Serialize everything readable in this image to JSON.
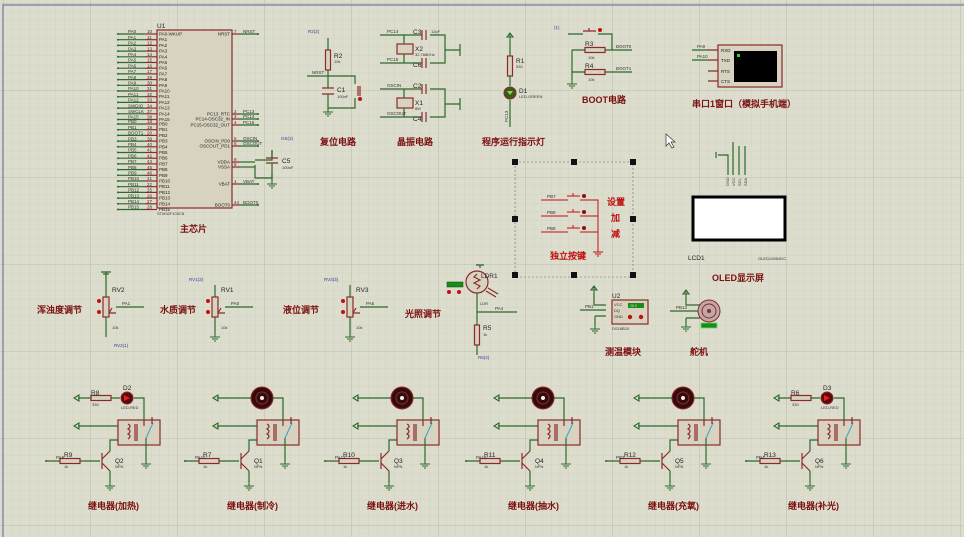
{
  "title": "Proteus schematic",
  "colors": {
    "background": "#ddddce",
    "grid_minor": "#cfcfbf",
    "grid_major": "#b8b8a8",
    "wire": "#2a6a2a",
    "component": "#8a2a2a",
    "label": "#9a1a1a",
    "frame": "#8888aa"
  },
  "mcu": {
    "ref": "U1",
    "part": "STM32F103C8",
    "section_label": "主芯片",
    "left_pins_a": [
      {
        "net": "PA0",
        "num": "10",
        "name": "PA0-WKUP"
      },
      {
        "net": "PA1",
        "num": "11",
        "name": "PA1"
      },
      {
        "net": "PA2",
        "num": "12",
        "name": "PA2"
      },
      {
        "net": "PA3",
        "num": "13",
        "name": "PA3"
      },
      {
        "net": "PA4",
        "num": "14",
        "name": "PA4"
      },
      {
        "net": "PA5",
        "num": "15",
        "name": "PA5"
      },
      {
        "net": "PA6",
        "num": "16",
        "name": "PA6"
      },
      {
        "net": "PA7",
        "num": "17",
        "name": "PA7"
      },
      {
        "net": "PA8",
        "num": "29",
        "name": "PA8"
      },
      {
        "net": "PA9",
        "num": "30",
        "name": "PA9"
      },
      {
        "net": "PA10",
        "num": "31",
        "name": "PA10"
      },
      {
        "net": "PA11",
        "num": "32",
        "name": "PA11"
      },
      {
        "net": "PA12",
        "num": "33",
        "name": "PA12"
      },
      {
        "net": "SWDIO",
        "num": "34",
        "name": "PA13"
      },
      {
        "net": "SWCLK",
        "num": "37",
        "name": "PA14"
      },
      {
        "net": "PA15",
        "num": "38",
        "name": "PA15"
      }
    ],
    "left_pins_b": [
      {
        "net": "PB0",
        "num": "18",
        "name": "PB0"
      },
      {
        "net": "PB1",
        "num": "19",
        "name": "PB1"
      },
      {
        "net": "BOOT1",
        "num": "20",
        "name": "PB2"
      },
      {
        "net": "PB3",
        "num": "39",
        "name": "PB3"
      },
      {
        "net": "PB4",
        "num": "40",
        "name": "PB4"
      },
      {
        "net": "PB5",
        "num": "41",
        "name": "PB5"
      },
      {
        "net": "PB6",
        "num": "42",
        "name": "PB6"
      },
      {
        "net": "PB7",
        "num": "43",
        "name": "PB7"
      },
      {
        "net": "PB8",
        "num": "45",
        "name": "PB8"
      },
      {
        "net": "PB9",
        "num": "46",
        "name": "PB9"
      },
      {
        "net": "PB10",
        "num": "21",
        "name": "PB10"
      },
      {
        "net": "PB11",
        "num": "22",
        "name": "PB11"
      },
      {
        "net": "PB12",
        "num": "25",
        "name": "PB12"
      },
      {
        "net": "PB13",
        "num": "26",
        "name": "PB13"
      },
      {
        "net": "PB14",
        "num": "27",
        "name": "PB14"
      },
      {
        "net": "PB15",
        "num": "28",
        "name": "PB15"
      }
    ],
    "right_pins": [
      {
        "name": "NRST",
        "num": "7",
        "net": "NRST"
      },
      {
        "name": "PC13_RTC",
        "num": "2",
        "net": "PC13"
      },
      {
        "name": "PC14-OSC32_IN",
        "num": "3",
        "net": "PC14"
      },
      {
        "name": "PC15-OSC32_OUT",
        "num": "4",
        "net": "PC15"
      },
      {
        "name": "OSCIN_PD0",
        "num": "5",
        "net": "OSCIN"
      },
      {
        "name": "OSCOUT_PD1",
        "num": "6",
        "net": "OSCOUT"
      },
      {
        "name": "VDDA",
        "num": "9",
        "net": ""
      },
      {
        "name": "VSSA",
        "num": "8",
        "net": ""
      },
      {
        "name": "VBAT",
        "num": "1",
        "net": "VBAT"
      },
      {
        "name": "BOOT0",
        "num": "44",
        "net": "BOOT0"
      }
    ],
    "cap": {
      "ref": "C5",
      "value": "100nF",
      "probe": "OS(3)"
    }
  },
  "reset": {
    "label": "复位电路",
    "r_ref": "R2",
    "r_val": "10k",
    "c_ref": "C1",
    "c_val": "100nF",
    "net": "NRST",
    "probe": "R2(2)"
  },
  "crystal": {
    "label": "晶振电路",
    "x2": {
      "ref": "X2",
      "val": "32.768KHz",
      "c_top": "C3",
      "c_bot": "C6",
      "net_top": "PC14",
      "net_bot": "PC15"
    },
    "x1": {
      "ref": "X1",
      "val": "8M",
      "c_top": "C2",
      "c_bot": "C4",
      "net_top": "OSCIN",
      "net_bot": "OSCOUT"
    },
    "cap_val": "12pF"
  },
  "run_led": {
    "label": "程序运行指示灯",
    "r_ref": "R1",
    "r_val": "330",
    "d_ref": "D1",
    "d_val": "LED-GREEN",
    "net": "PC13"
  },
  "boot": {
    "label": "BOOT电路",
    "r3": "R3",
    "r4": "R4",
    "r_val": "10k",
    "net0": "BOOT0",
    "net1": "BOOT1",
    "probe": "(1)"
  },
  "uart": {
    "label": "串口1窗口（模拟手机端）",
    "pins": [
      "RXD",
      "TXD",
      "RTS",
      "CTS"
    ],
    "nets": [
      "PA9",
      "PA10"
    ]
  },
  "keys": {
    "label": "独立按键",
    "nets": [
      "PB7",
      "PB8",
      "PB9"
    ],
    "names": [
      "设置",
      "加",
      "减"
    ]
  },
  "oled": {
    "ref": "LCD1",
    "part": "OLED12864I2C",
    "label": "OLED显示屏",
    "pins": [
      "GND",
      "VCC",
      "SCL",
      "SDA"
    ]
  },
  "pots": [
    {
      "ref": "RV2",
      "val": "10k",
      "net": "PA1",
      "label": "浑浊度调节",
      "probe": "RV2(1)"
    },
    {
      "ref": "RV1",
      "val": "10k",
      "net": "PA0",
      "label": "水质调节",
      "probe": "RV1(3)"
    },
    {
      "ref": "RV3",
      "val": "10k",
      "net": "PA5",
      "label": "液位调节",
      "probe": "RV3(3)"
    }
  ],
  "ldr": {
    "ref": "LDR1",
    "part": "LDR",
    "label": "光照调节",
    "r_ref": "R5",
    "r_val": "1k",
    "net": "PA4",
    "probe": "R5(2)"
  },
  "temp": {
    "ref": "U2",
    "part": "DS18B20",
    "label": "测温模块",
    "net": "PB1",
    "pins": [
      "VCC",
      "DQ",
      "GND"
    ],
    "pin_nums": [
      "3",
      "2",
      "1"
    ],
    "display": "28.0"
  },
  "servo": {
    "label": "舵机",
    "net": "PB12"
  },
  "relays": [
    {
      "label": "继电器(加热)",
      "net": "PA8",
      "r_ref": "R9",
      "q_ref": "Q2",
      "load": "led",
      "load_ref": "D2",
      "load_val": "LED-RED",
      "load_r": "R8",
      "load_r_val": "330"
    },
    {
      "label": "继电器(制冷)",
      "net": "PA11",
      "r_ref": "R7",
      "q_ref": "Q1",
      "load": "motor"
    },
    {
      "label": "继电器(进水)",
      "net": "PA12",
      "r_ref": "R10",
      "q_ref": "Q3",
      "load": "motor"
    },
    {
      "label": "继电器(抽水)",
      "net": "PA15",
      "r_ref": "R11",
      "q_ref": "Q4",
      "load": "motor"
    },
    {
      "label": "继电器(充氧)",
      "net": "PB3",
      "r_ref": "R12",
      "q_ref": "Q5",
      "load": "motor"
    },
    {
      "label": "继电器(补光)",
      "net": "PB4",
      "r_ref": "R13",
      "q_ref": "Q6",
      "load": "led",
      "load_ref": "D3",
      "load_val": "LED-RED",
      "load_r": "R6",
      "load_r_val": "330"
    }
  ],
  "relay_common": {
    "r_val": "1k",
    "q_type": "NPN"
  }
}
